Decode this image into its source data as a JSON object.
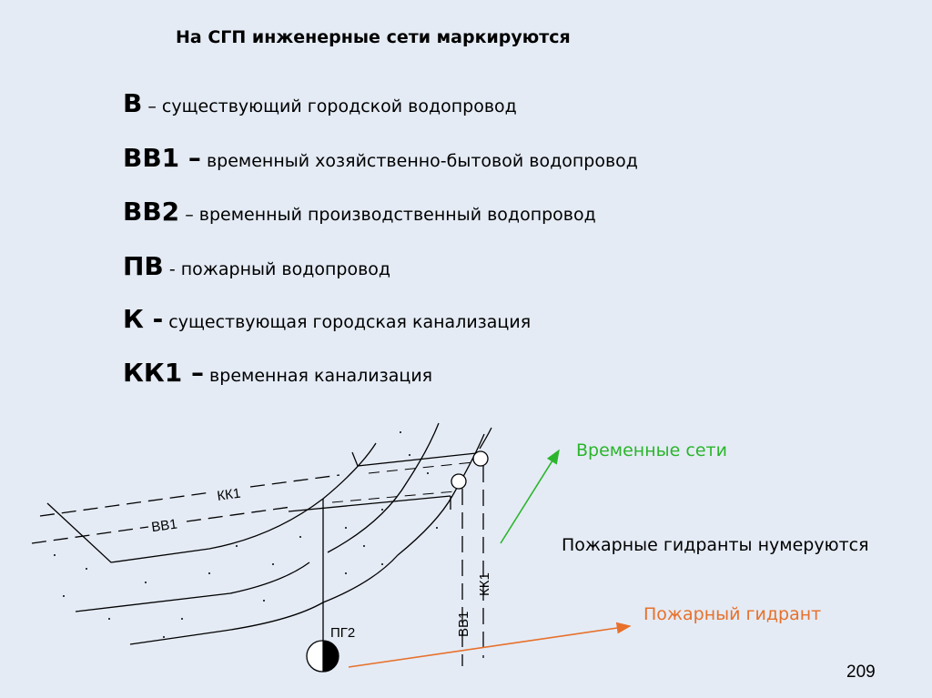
{
  "title": "На СГП  инженерные сети маркируются",
  "items": [
    {
      "code": "В",
      "desc": " – существующий городской водопровод"
    },
    {
      "code": "ВВ1 –",
      "desc": " временный хозяйственно-бытовой водопровод"
    },
    {
      "code": "ВВ2",
      "desc": " – временный производственный водопровод"
    },
    {
      "code": "ПВ",
      "desc": "   - пожарный водопровод"
    },
    {
      "code": "К -",
      "desc": " существующая городская канализация"
    },
    {
      "code": "КК1 –",
      "desc": " временная канализация"
    }
  ],
  "diagram": {
    "kk1_label": "КК1",
    "bb1_label": "ВВ1",
    "hydrant_label": "ПГ2",
    "vertical_bb1_label": "ВВ1",
    "vertical_kk1_label": "КК1"
  },
  "labels": {
    "temporary_networks": "Временные сети",
    "hydrants_numbered": "Пожарные гидранты нумеруются",
    "fire_hydrant": "Пожарный гидрант"
  },
  "page_number": "209",
  "colors": {
    "background": "#e4ebf5",
    "green": "#2bb52b",
    "orange": "#e8702a"
  }
}
